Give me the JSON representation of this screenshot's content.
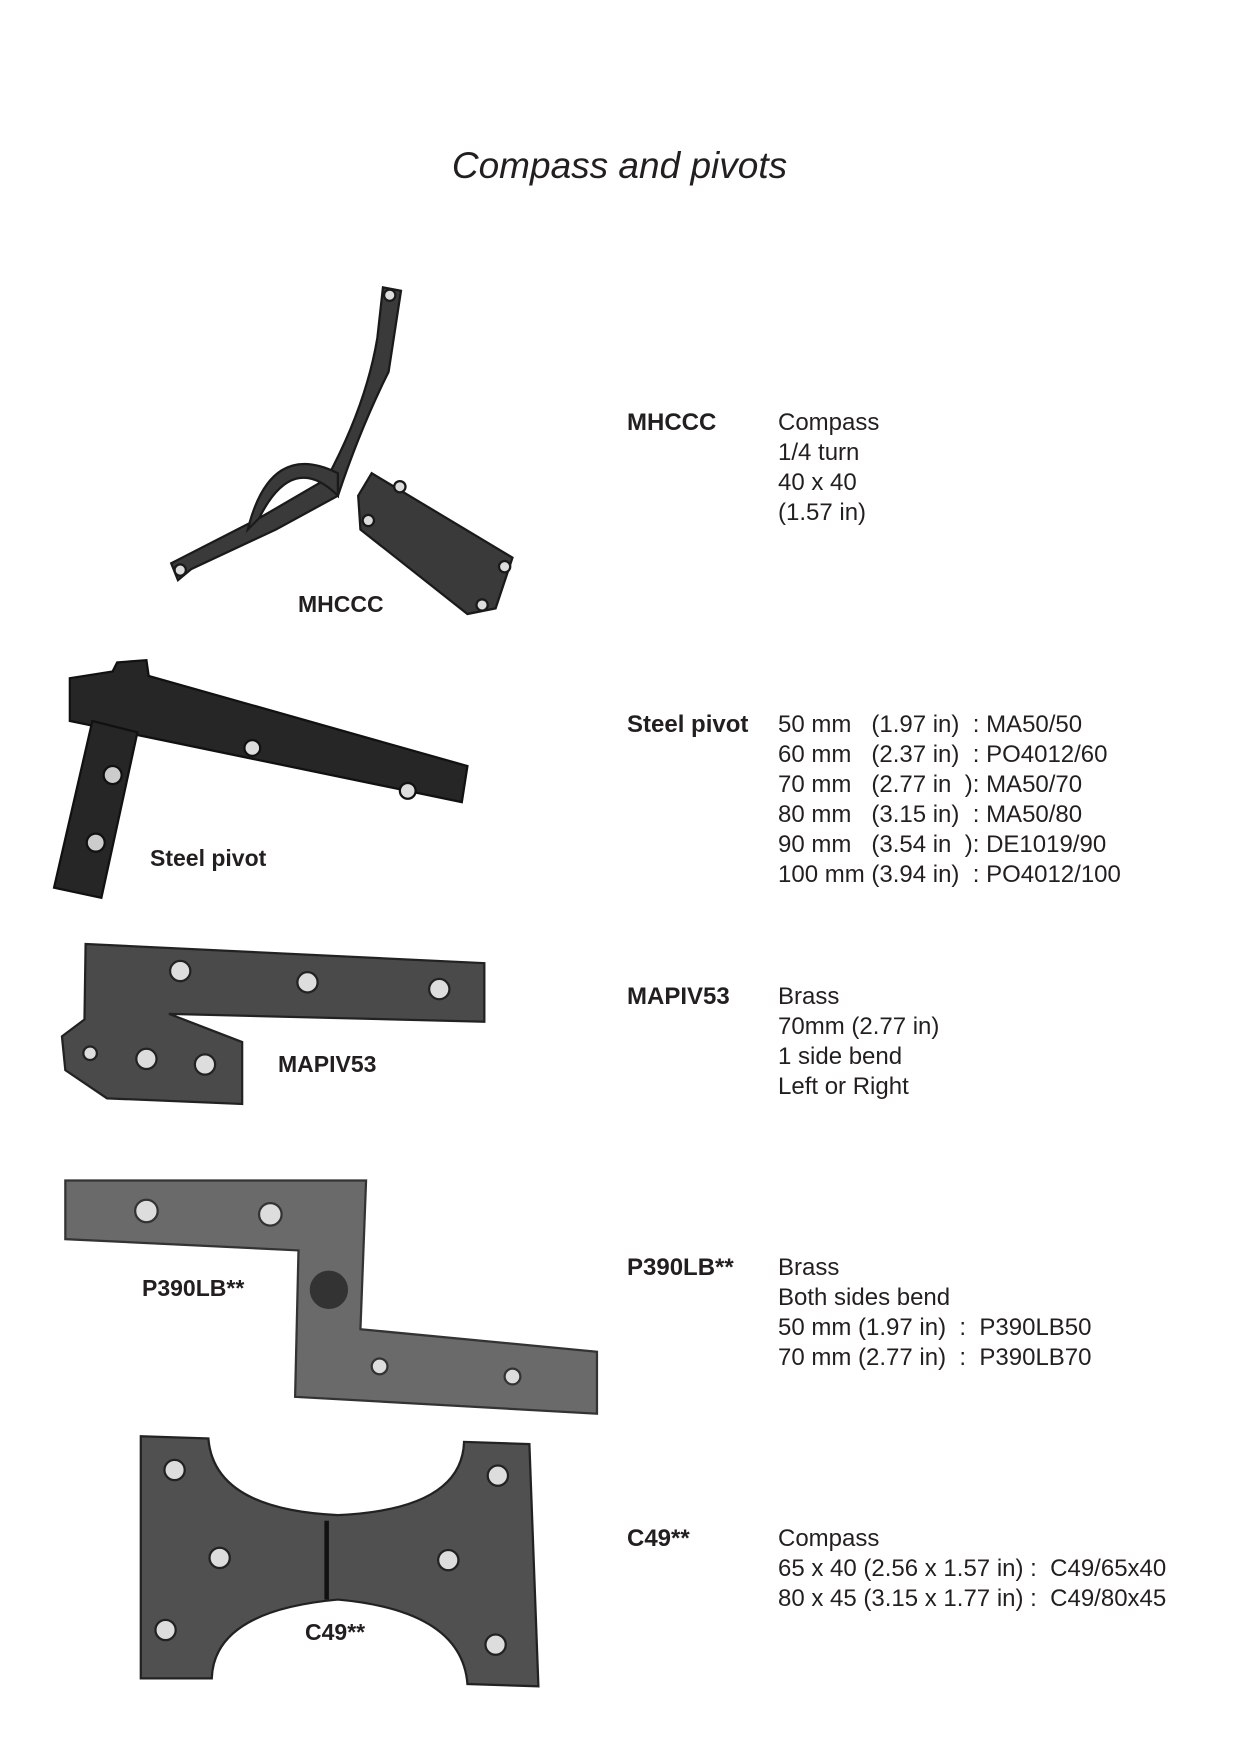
{
  "title": "Compass and pivots",
  "items": [
    {
      "code": "MHCCC",
      "caption": "MHCCC",
      "lines": [
        "Compass",
        "1/4 turn",
        "40 x 40",
        "(1.57 in)"
      ]
    },
    {
      "code": "Steel pivot",
      "caption": "Steel pivot",
      "lines": [
        "50 mm   (1.97 in)  : MA50/50",
        "60 mm   (2.37 in)  : PO4012/60",
        "70 mm   (2.77 in  ): MA50/70",
        "80 mm   (3.15 in)  : MA50/80",
        "90 mm   (3.54 in  ): DE1019/90",
        "100 mm (3.94 in)  : PO4012/100"
      ]
    },
    {
      "code": "MAPIV53",
      "caption": "MAPIV53",
      "lines": [
        "Brass",
        "70mm (2.77 in)",
        "1 side bend",
        "Left or Right"
      ]
    },
    {
      "code": "P390LB**",
      "caption": "P390LB**",
      "lines": [
        "Brass",
        "Both sides bend",
        "50 mm (1.97 in)  :  P390LB50",
        "70 mm (2.77 in)  :  P390LB70"
      ]
    },
    {
      "code": "C49**",
      "caption": "C49**",
      "lines": [
        "Compass",
        "65 x 40 (2.56 x 1.57 in) :  C49/65x40",
        "80 x 45 (3.15 x 1.77 in) :  C49/80x45"
      ]
    }
  ]
}
